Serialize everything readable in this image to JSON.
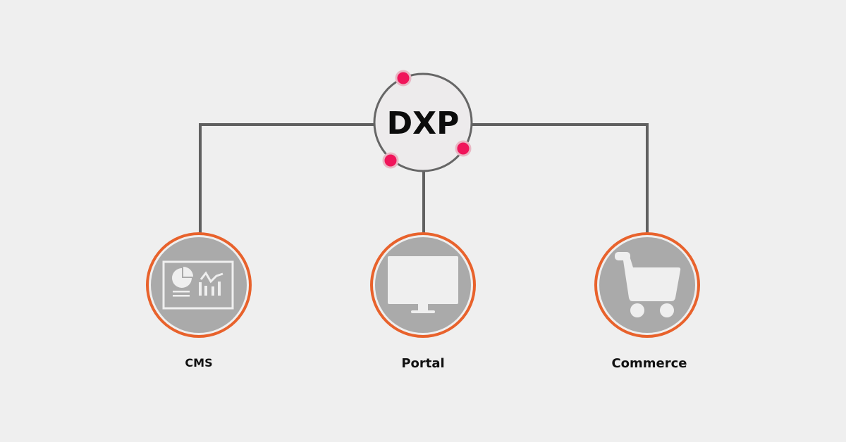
{
  "hub": {
    "label": "DXP",
    "dot_color": "#f0145a",
    "ring_color": "#666666"
  },
  "nodes": [
    {
      "id": "cms",
      "label": "CMS",
      "icon": "dashboard-chart-icon"
    },
    {
      "id": "portal",
      "label": "Portal",
      "icon": "monitor-icon"
    },
    {
      "id": "commerce",
      "label": "Commerce",
      "icon": "shopping-cart-icon"
    }
  ],
  "colors": {
    "node_ring": "#e8622c",
    "node_fill": "#aaaaaa",
    "icon_fill": "#efefef",
    "connector": "#606060",
    "background": "#efefef"
  }
}
